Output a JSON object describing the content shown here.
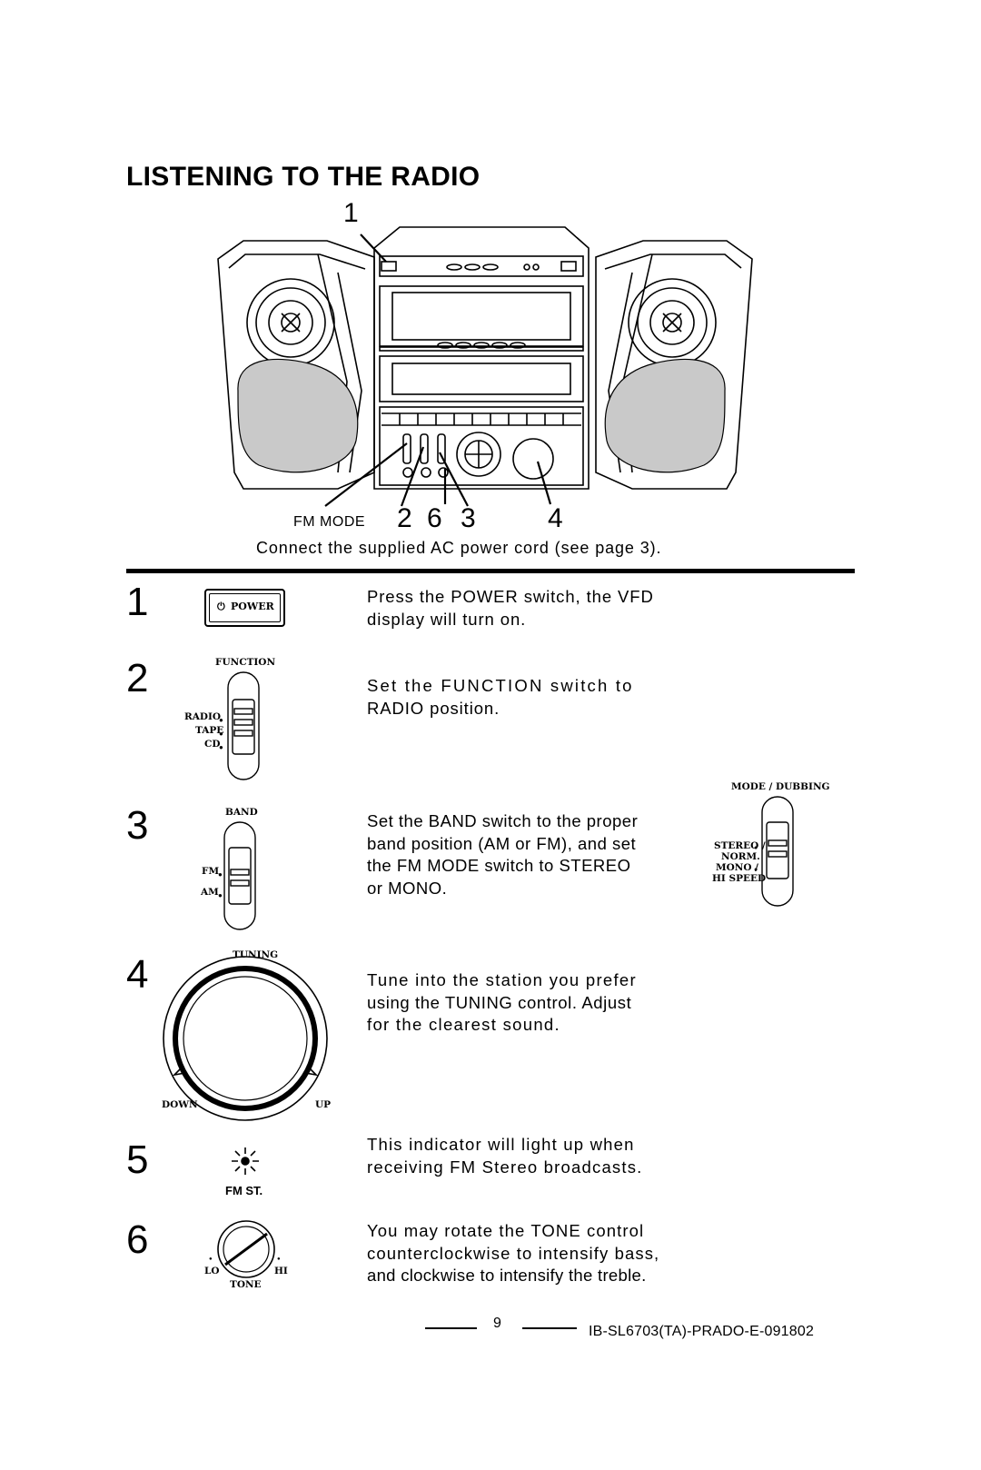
{
  "title": "LISTENING TO THE RADIO",
  "diagram": {
    "callouts": [
      "1",
      "2",
      "6",
      "3",
      "4"
    ],
    "fm_mode_label": "FM MODE"
  },
  "connect_text": "Connect the supplied AC power cord (see page 3).",
  "steps": [
    {
      "number": "1",
      "lines": [
        "Press the POWER switch, the VFD",
        "display will turn on."
      ],
      "icon_label": "POWER"
    },
    {
      "number": "2",
      "lines": [
        "Set the FUNCTION switch to",
        "RADIO position."
      ],
      "icon_title": "FUNCTION",
      "icon_options": [
        "RADIO",
        "TAPE",
        "CD"
      ]
    },
    {
      "number": "3",
      "lines": [
        "Set the BAND switch to the proper",
        "band position (AM or FM), and set",
        "the FM MODE switch to STEREO",
        "or MONO."
      ],
      "icon_title": "BAND",
      "icon_options": [
        "FM",
        "AM"
      ],
      "mode": {
        "title": "MODE / DUBBING",
        "options": [
          "STEREO /",
          "NORM.",
          "MONO /",
          "HI SPEED"
        ]
      }
    },
    {
      "number": "4",
      "lines": [
        "Tune into the station you prefer",
        "using the TUNING control.  Adjust",
        "for the clearest sound."
      ],
      "icon_title": "TUNING",
      "down_label": "DOWN",
      "up_label": "UP"
    },
    {
      "number": "5",
      "lines": [
        "This indicator will light up when",
        "receiving FM Stereo broadcasts."
      ],
      "icon_label": "FM ST."
    },
    {
      "number": "6",
      "lines": [
        "You may rotate the TONE control",
        "counterclockwise to intensify bass,",
        "and clockwise to intensify the treble."
      ],
      "icon_title": "TONE",
      "lo_label": "LO",
      "hi_label": "HI"
    }
  ],
  "footer": {
    "page_number": "9",
    "doc_id": "IB-SL6703(TA)-PRADO-E-091802"
  }
}
